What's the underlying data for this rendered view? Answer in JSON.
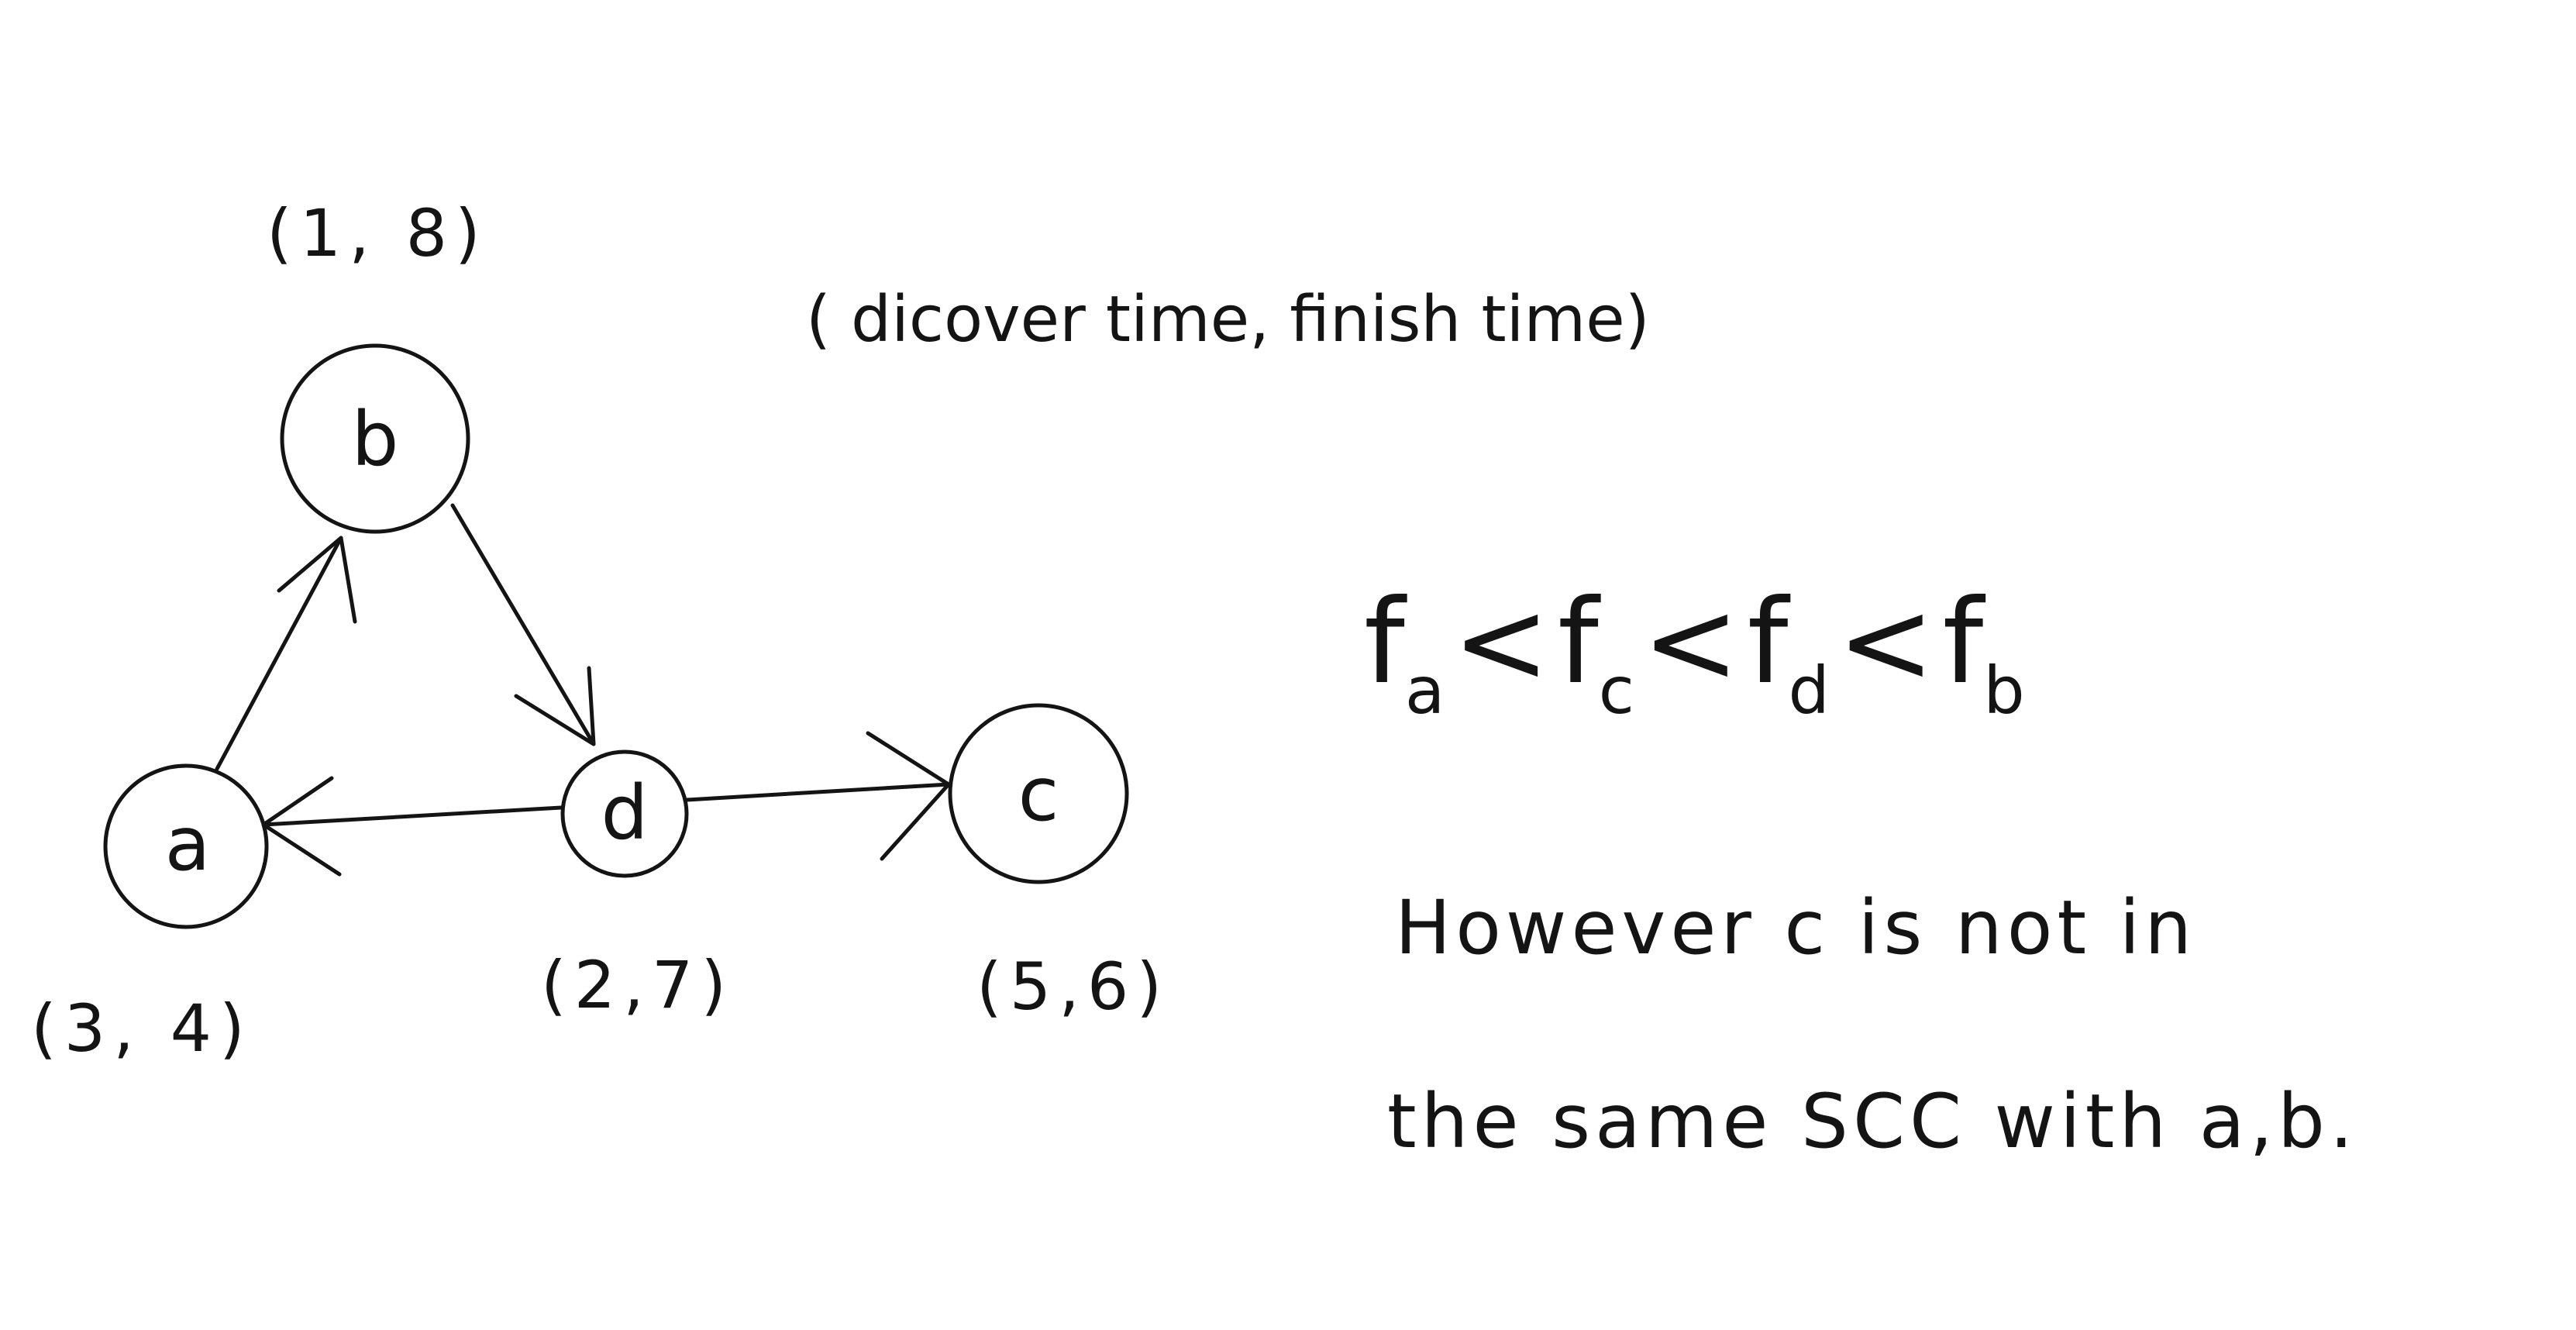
{
  "nodes": {
    "b": {
      "label": "b",
      "times": "(1, 8)"
    },
    "a": {
      "label": "a",
      "times": "(3, 4)"
    },
    "d": {
      "label": "d",
      "times": "(2,7)"
    },
    "c": {
      "label": "c",
      "times": "(5,6)"
    }
  },
  "legend": "( dicover time, finish time)",
  "inequality": {
    "f": "f",
    "lt": "<",
    "subs": [
      "a",
      "c",
      "d",
      "b"
    ]
  },
  "note": {
    "line1": "However c is not in",
    "line2": "the same SCC with a,b."
  }
}
